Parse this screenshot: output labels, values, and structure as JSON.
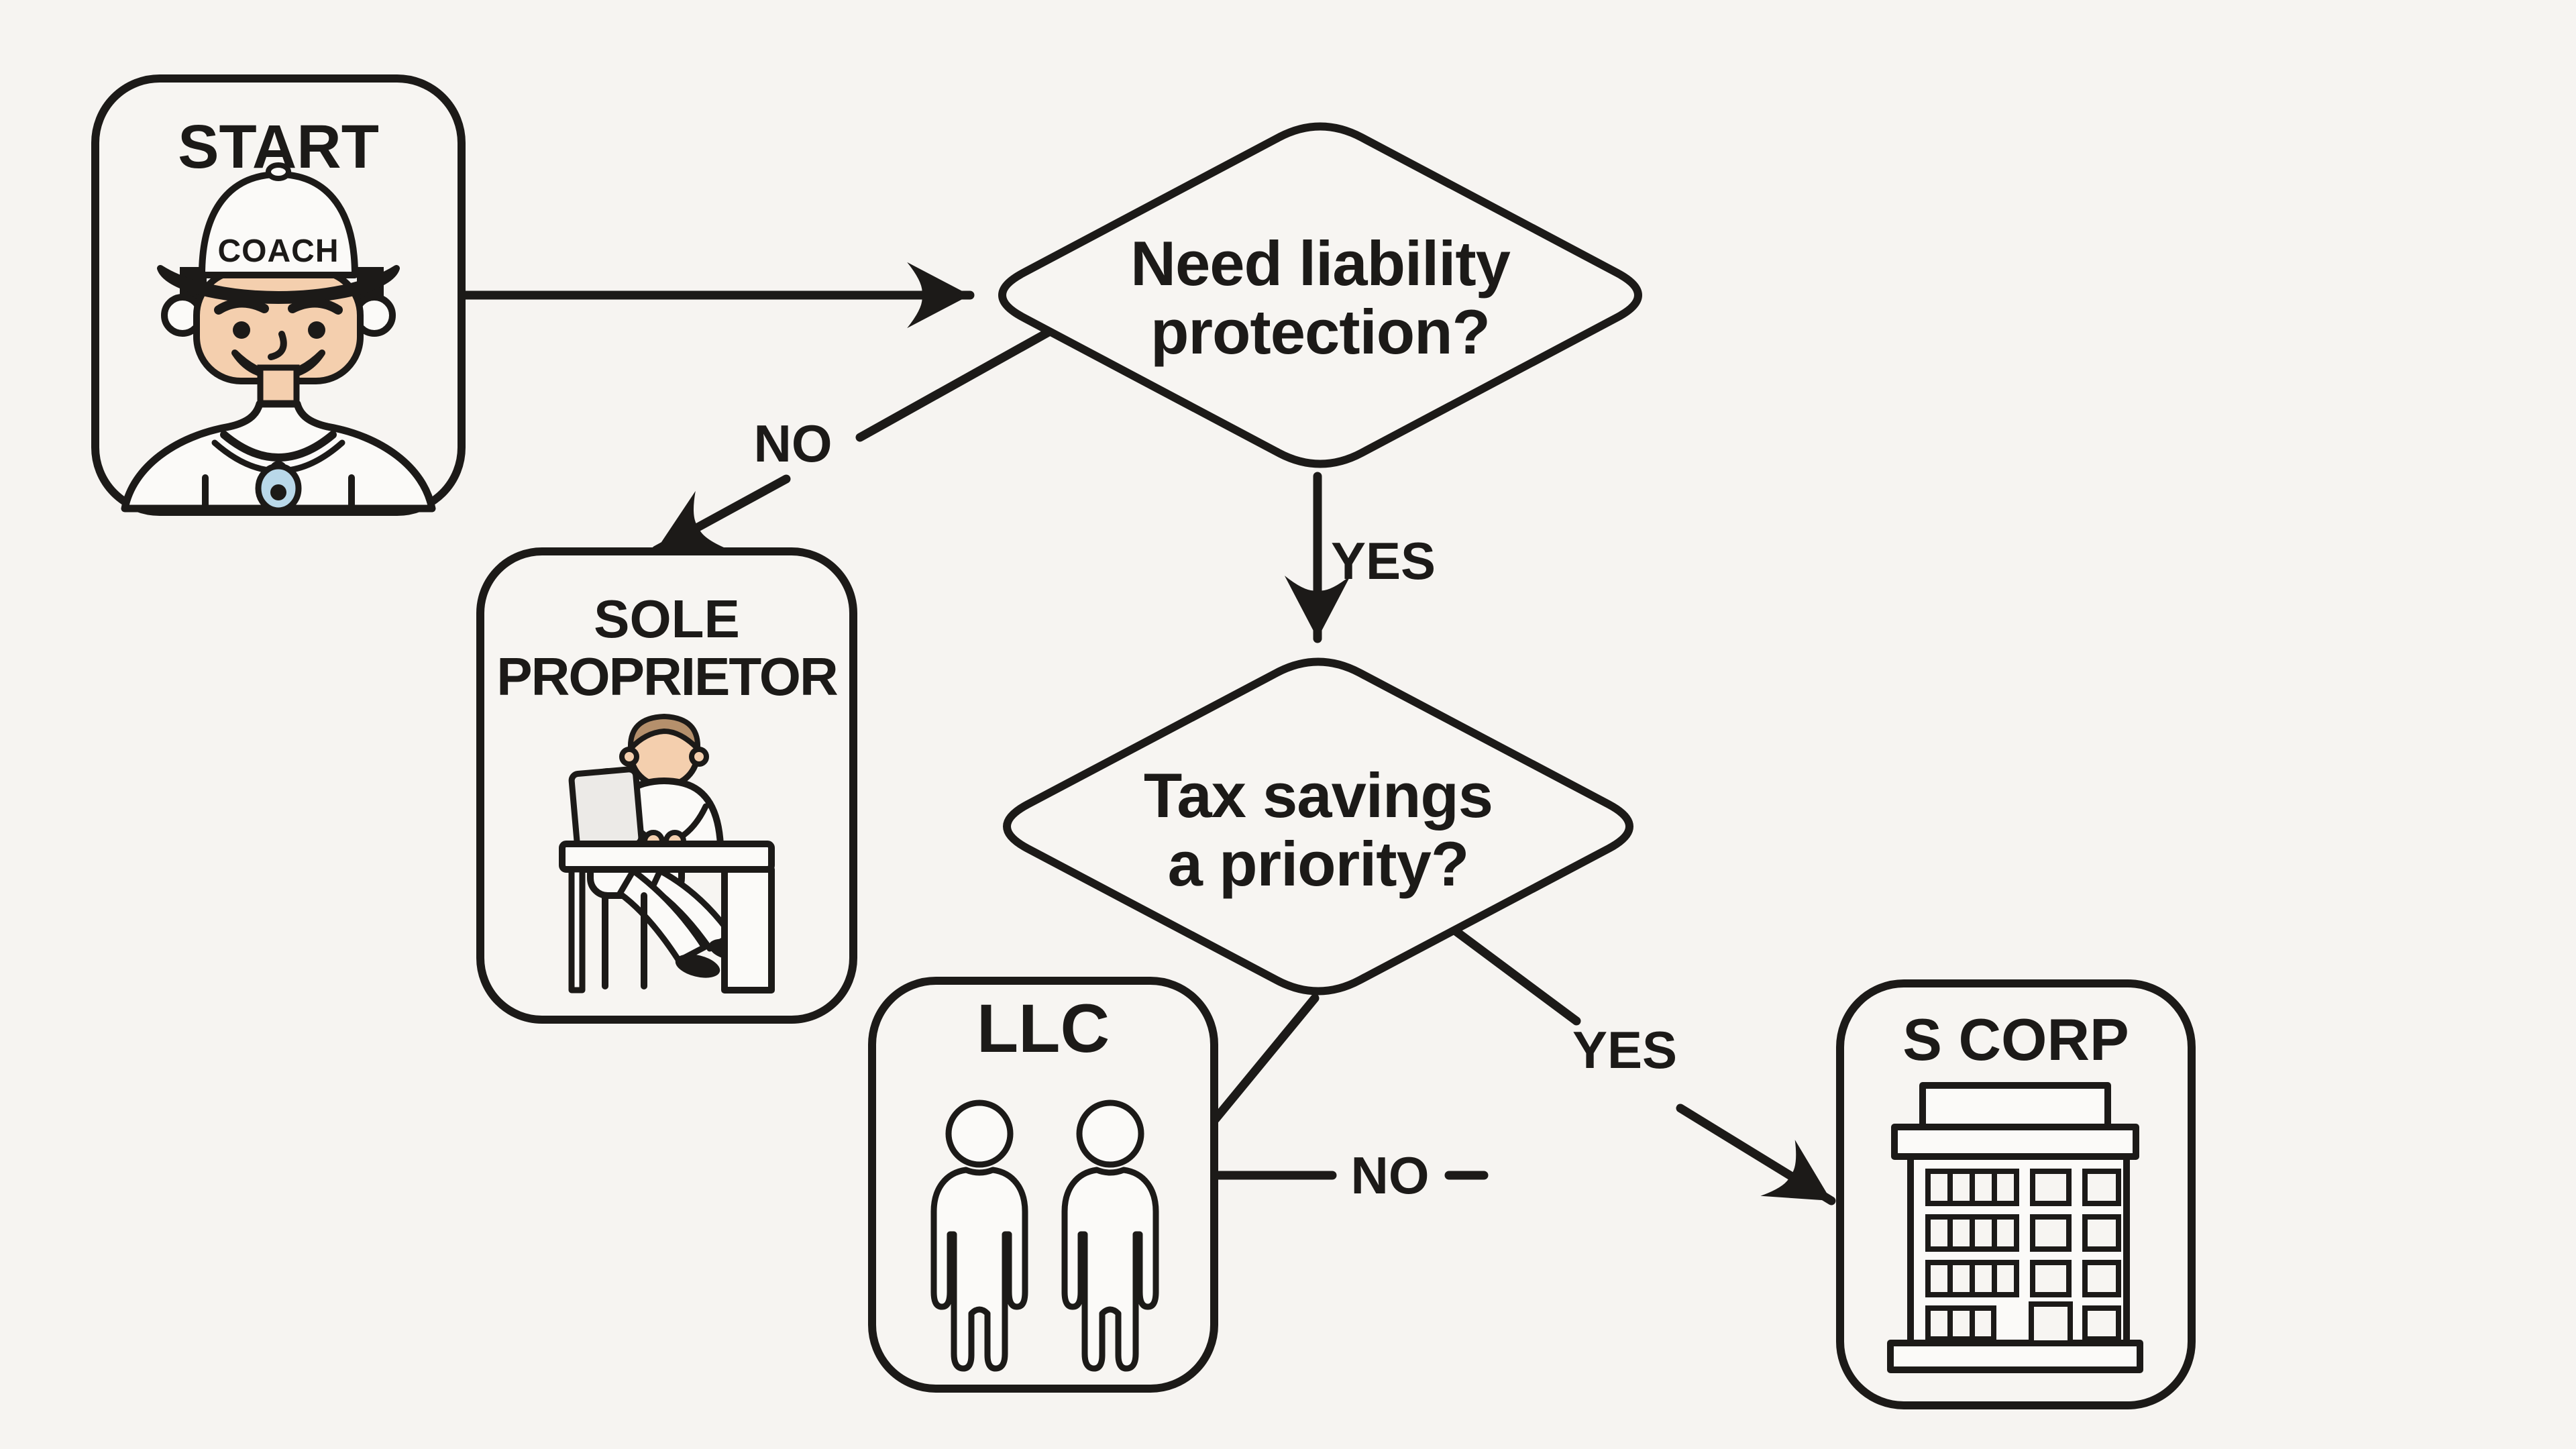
{
  "nodes": {
    "start": {
      "label": "START",
      "cap_text": "COACH"
    },
    "decision1": {
      "line1": "Need liability",
      "line2": "protection?"
    },
    "sole_proprietor": {
      "line1": "SOLE",
      "line2": "PROPRIETOR"
    },
    "decision2": {
      "line1": "Tax savings",
      "line2": "a priority?"
    },
    "llc": {
      "label": "LLC"
    },
    "s_corp": {
      "label": "S CORP"
    }
  },
  "edges": {
    "decision1_no": {
      "label": "NO"
    },
    "decision1_yes": {
      "label": "YES"
    },
    "decision2_no": {
      "label": "NO"
    },
    "decision2_yes": {
      "label": "YES"
    }
  },
  "colors": {
    "background": "#f6f4f1",
    "ink": "#1c1a18",
    "skin": "#f4cfae",
    "hair_brown": "#b5906c",
    "whistle_blue": "#b9d8e9",
    "laptop_screen": "#eceae7"
  }
}
